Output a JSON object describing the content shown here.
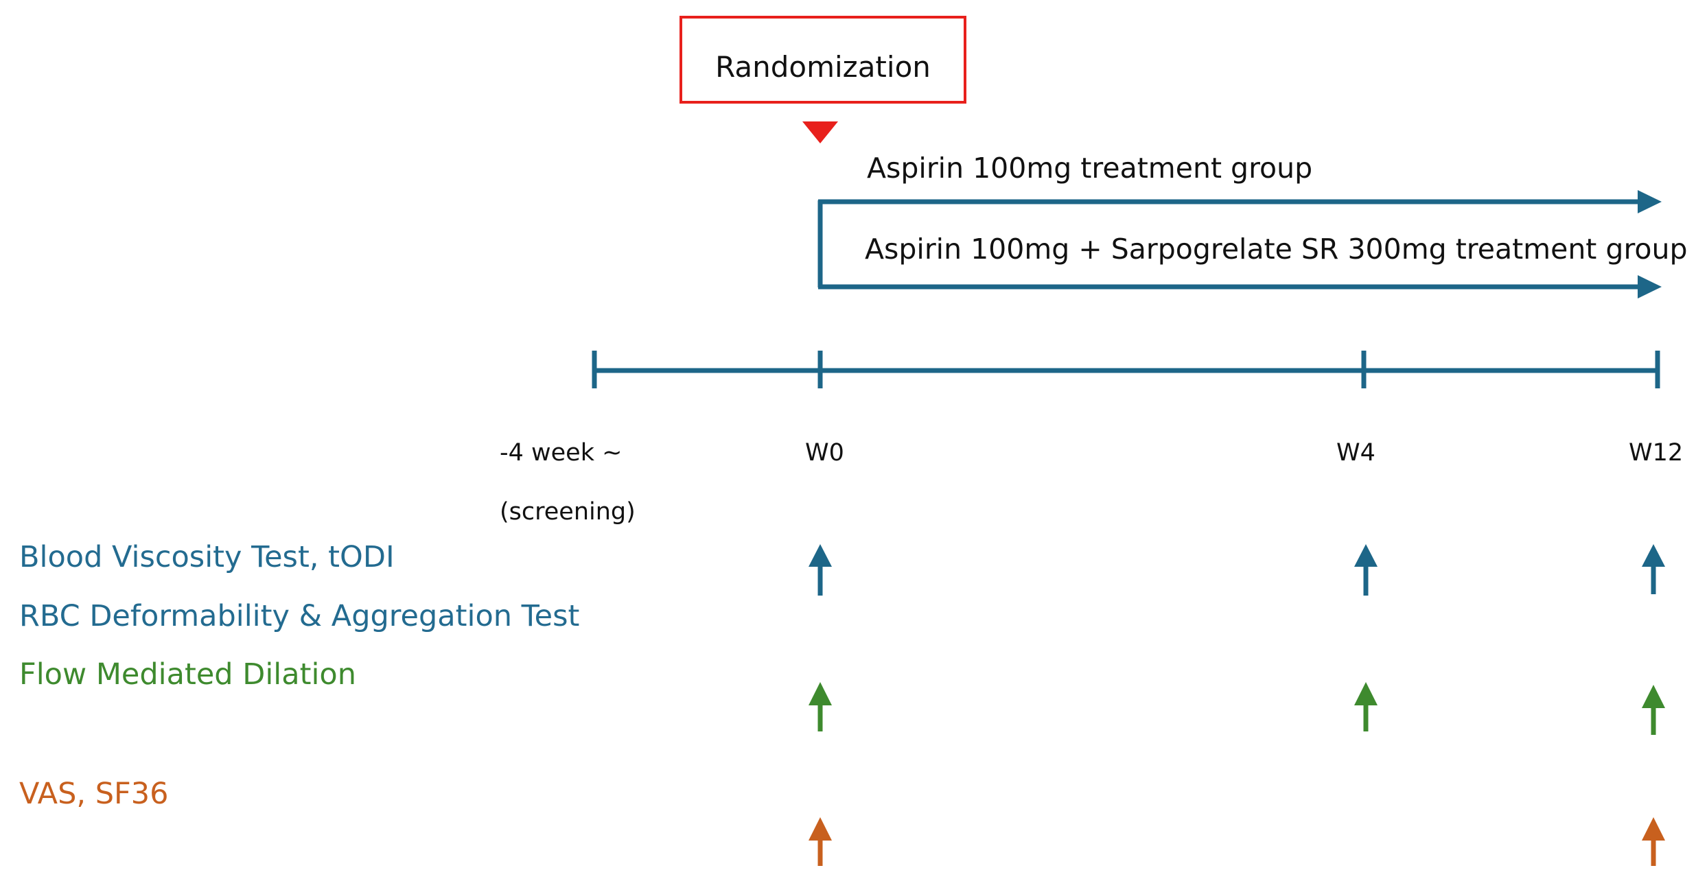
{
  "randomization": {
    "label": "Randomization",
    "color": "#e8201c"
  },
  "groups": [
    {
      "label": "Aspirin 100mg treatment group"
    },
    {
      "label": "Aspirin 100mg + Sarpogrelate SR 300mg treatment group"
    }
  ],
  "timeline": {
    "points": [
      {
        "label": "-4 week ~",
        "sublabel": "(screening)"
      },
      {
        "label": "W0"
      },
      {
        "label": "W4"
      },
      {
        "label": "W12"
      }
    ]
  },
  "assessments": [
    {
      "label": "Blood Viscosity Test, tODI",
      "color": "#236b90"
    },
    {
      "label": "RBC Deformability & Aggregation Test",
      "color": "#236b90"
    },
    {
      "label": "Flow Mediated Dilation",
      "color": "#3e8a2e"
    },
    {
      "label": "VAS, SF36",
      "color": "#c8601e"
    }
  ],
  "arrow_rows": [
    {
      "color": "#1d6688",
      "at": [
        "W0",
        "W4",
        "W12"
      ]
    },
    {
      "color": "#3e8a2e",
      "at": [
        "W0",
        "W4",
        "W12"
      ]
    },
    {
      "color": "#c8601e",
      "at": [
        "W0",
        "W12"
      ]
    }
  ],
  "colors": {
    "line": "#1d6688",
    "text": "#111111"
  }
}
